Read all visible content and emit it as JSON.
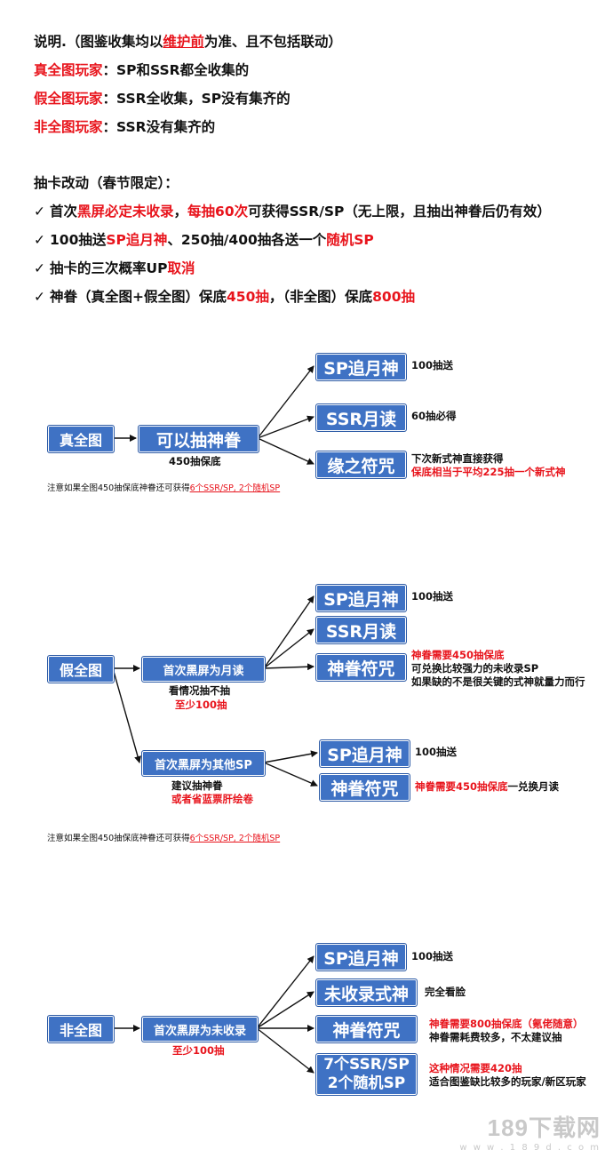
{
  "intro": {
    "title_pre": "说明.（图鉴收集均以",
    "title_red": "维护前",
    "title_post": "为准、且不包括联动）",
    "types": [
      {
        "name": "真全图玩家",
        "desc": "：SP和SSR都全收集的"
      },
      {
        "name": "假全图玩家",
        "desc": "：SSR全收集，SP没有集齐的"
      },
      {
        "name": "非全图玩家",
        "desc": "：SSR没有集齐的"
      }
    ]
  },
  "changes": {
    "heading": "抽卡改动（春节限定）：",
    "check": "✓",
    "items": [
      {
        "a": "首次",
        "b": "黑屏必定未收录",
        "c": "，",
        "d": "每抽60次",
        "e": "可获得SSR/SP（无上限，且抽出神眷后仍有效）"
      },
      {
        "a": "100抽送",
        "b": "SP追月神",
        "c": "、250抽/400抽各送一个",
        "d": "随机SP",
        "e": ""
      },
      {
        "a": "抽卡的三次概率UP",
        "b": "取消",
        "c": "",
        "d": "",
        "e": ""
      },
      {
        "a": "神眷（真全图+假全图）保底",
        "b": "450抽",
        "c": "，（非全图）保底",
        "d": "800抽",
        "e": ""
      }
    ]
  },
  "d1": {
    "root": "真全图",
    "mid": "可以抽神眷",
    "mid_note": "450抽保底",
    "leaves": [
      "SP追月神",
      "SSR月读",
      "缘之符咒"
    ],
    "leaf_notes": [
      "100抽送",
      "60抽必得",
      "下次新式神直接获得"
    ],
    "leaf_note_red": "保底相当于平均225抽一个新式神",
    "foot": "注意如果全图450抽保底神眷还可获得",
    "foot_red": "6个SSR/SP, 2个随机SP"
  },
  "d2": {
    "root": "假全图",
    "b1": "首次黑屏为月读",
    "b1_note": "看情况抽不抽",
    "b1_note_red": "至少100抽",
    "b1_leaves": [
      "SP追月神",
      "SSR月读",
      "神眷符咒"
    ],
    "b1_notes": {
      "sp": "100抽送",
      "fz_red": "神眷需要450抽保底",
      "fz_1": "可兑换比较强力的未收录SP",
      "fz_2": "如果缺的不是很关键的式神就量力而行"
    },
    "b2": "首次黑屏为其他SP",
    "b2_note": "建议抽神眷",
    "b2_note_red": "或者省蓝票肝绘卷",
    "b2_leaves": [
      "SP追月神",
      "神眷符咒"
    ],
    "b2_notes": {
      "sp": "100抽送",
      "fz_red": "神眷需要450抽保底",
      "fz_black": "一兑换月读"
    },
    "foot": "注意如果全图450抽保底神眷还可获得",
    "foot_red": "6个SSR/SP, 2个随机SP"
  },
  "d3": {
    "root": "非全图",
    "mid": "首次黑屏为未收录",
    "mid_note_red": "至少100抽",
    "leaves": [
      "SP追月神",
      "未收录式神",
      "神眷符咒"
    ],
    "last_leaf": [
      "7个SSR/SP",
      "2个随机SP"
    ],
    "notes": {
      "sp": "100抽送",
      "wsl": "完全看脸",
      "fz_red": "神眷需要800抽保底（氪佬随意）",
      "fz_black": "神眷需耗费较多，不太建议抽",
      "last_red": "这种情况需要420抽",
      "last_black": "适合图鉴缺比较多的玩家/新区玩家"
    }
  },
  "watermark": {
    "text": "189下载网",
    "url": "w w w . 1 8 9 d . c o m"
  }
}
